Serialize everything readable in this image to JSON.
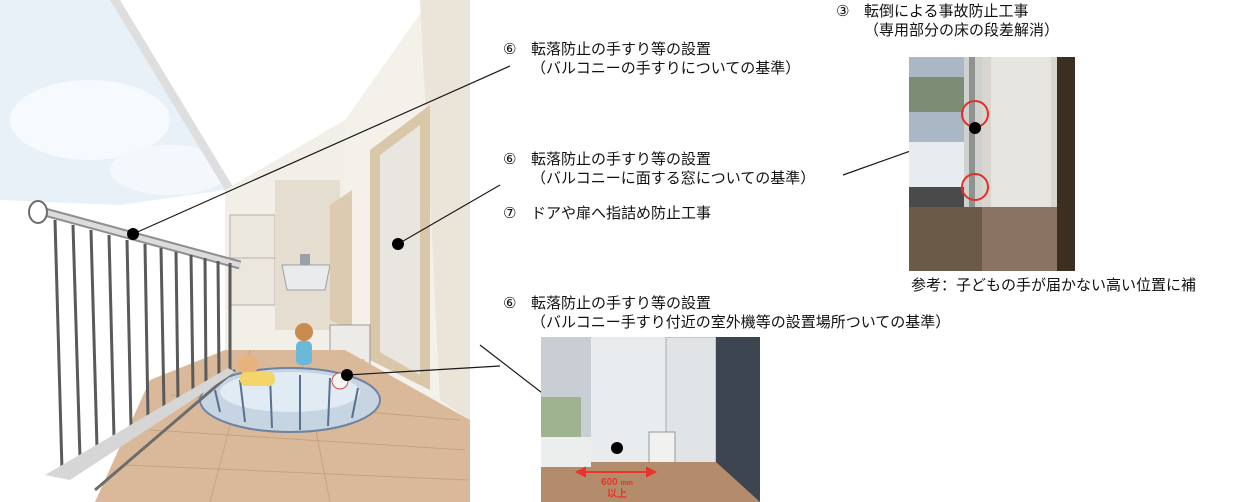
{
  "labels": [
    {
      "num": "⑥",
      "title": "転落防止の手すり等の設置",
      "sub": "（バルコニーの手すりについての基準）"
    },
    {
      "num": "⑥",
      "title": "転落防止の手すり等の設置",
      "sub": "（バルコニーに面する窓についての基準）"
    },
    {
      "num": "⑦",
      "title": "ドアや扉へ指詰め防止工事"
    },
    {
      "num": "⑥",
      "title": "転落防止の手すり等の設置",
      "sub": "（バルコニー手すり付近の室外機等の設置場所ついての基準）"
    },
    {
      "num": "③",
      "title": "転倒による事故防止工事",
      "sub": "（専用部分の床の段差解消）"
    }
  ],
  "photo_caption": "参考：子どもの手が届かない高い位置に補",
  "measure": {
    "value": "600",
    "unit": "mm",
    "suffix": "以上"
  },
  "colors": {
    "marker": "#000000",
    "circle": "#e0302a",
    "arrow": "#e8342a"
  }
}
